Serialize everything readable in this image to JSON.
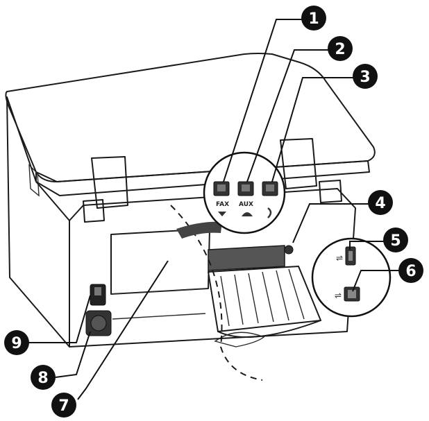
{
  "callouts": [
    {
      "id": "1",
      "label": "1"
    },
    {
      "id": "2",
      "label": "2"
    },
    {
      "id": "3",
      "label": "3"
    },
    {
      "id": "4",
      "label": "4"
    },
    {
      "id": "5",
      "label": "5"
    },
    {
      "id": "6",
      "label": "6"
    },
    {
      "id": "7",
      "label": "7"
    },
    {
      "id": "8",
      "label": "8"
    },
    {
      "id": "9",
      "label": "9"
    }
  ],
  "ports": {
    "fax_label": "FAX",
    "aux_label": "AUX"
  }
}
